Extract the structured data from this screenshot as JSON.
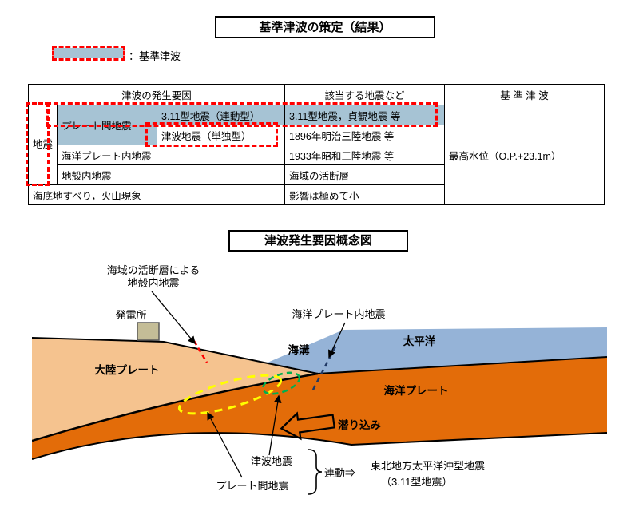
{
  "doc": {
    "title": "基準津波の策定（結果）",
    "legend_label": "：基準津波"
  },
  "table": {
    "header_factor": "津波の発生要因",
    "header_applicable": "該当する地震など",
    "header_standard": "基 準 津 波",
    "earthquake": "地震",
    "interplate": "プレート間地震",
    "type311_linked": "3.11型地震（連動型）",
    "applicable_311": "3.11型地震，貞観地震 等",
    "max_water_level": "最高水位（O.P.+23.1m）",
    "tsunami_single": "津波地震（単独型）",
    "applicable_1896": "1896年明治三陸地震 等",
    "intraplate": "海洋プレート内地震",
    "applicable_1933": "1933年昭和三陸地震 等",
    "crustal": "地殻内地震",
    "applicable_fault": "海域の活断層",
    "submarine": "海底地すべり，火山現象",
    "applicable_minor": "影響は極めて小"
  },
  "diagram": {
    "title": "津波発生要因概念図",
    "crustal_label_1": "海域の活断層による",
    "crustal_label_2": "地殻内地震",
    "power_plant": "発電所",
    "intraplate_label": "海洋プレート内地震",
    "trench": "海溝",
    "pacific": "太平洋",
    "continental_plate": "大陸プレート",
    "oceanic_plate": "海洋プレート",
    "subduction": "潜り込み",
    "tsunami_eq": "津波地震",
    "interplate_eq": "プレート間地震",
    "linked": "連動⇒",
    "linked_name_1": "東北地方太平洋沖型地震",
    "linked_name_2": "（3.11型地震）"
  },
  "colors": {
    "highlight": "#a6c3d4",
    "water": "#95b3d7",
    "continental": "#f5c38f",
    "oceanic": "#e36c09",
    "plant_fill": "#c4bd97",
    "dash_red": "#ff0000",
    "dash_yellow": "#ffff00",
    "dash_green": "#00b050",
    "dash_navy": "#1f3864"
  }
}
